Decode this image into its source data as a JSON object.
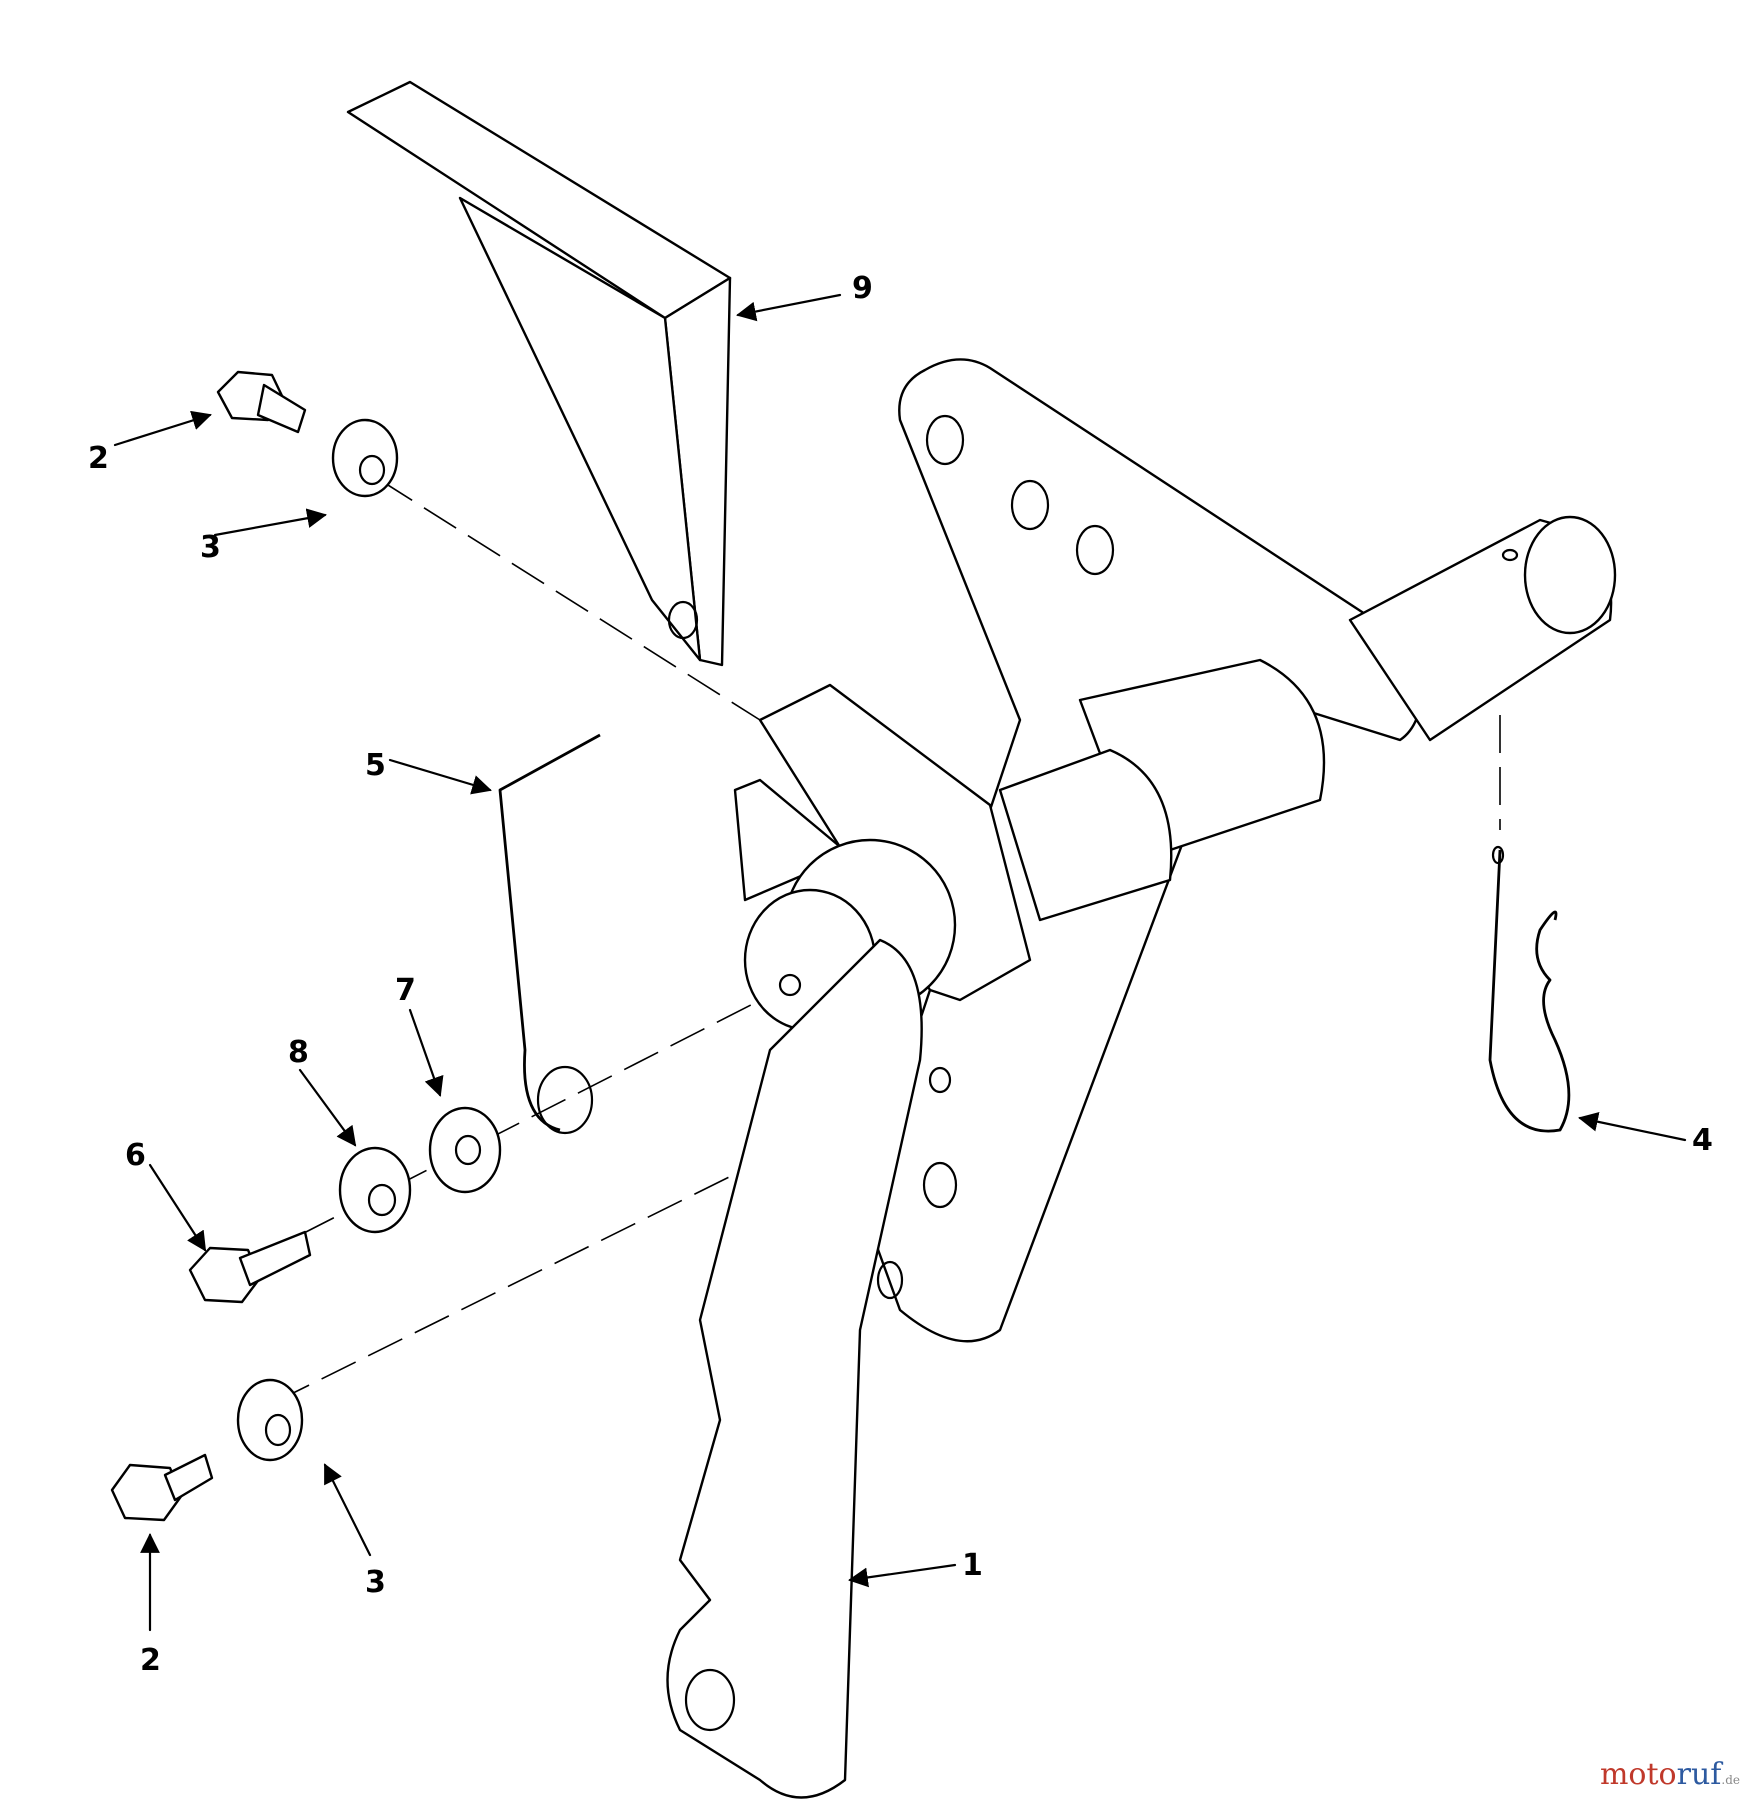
{
  "callouts": [
    {
      "id": "c9",
      "label": "9"
    },
    {
      "id": "c2a",
      "label": "2"
    },
    {
      "id": "c3a",
      "label": "3"
    },
    {
      "id": "c5",
      "label": "5"
    },
    {
      "id": "c7",
      "label": "7"
    },
    {
      "id": "c8",
      "label": "8"
    },
    {
      "id": "c6",
      "label": "6"
    },
    {
      "id": "c4",
      "label": "4"
    },
    {
      "id": "c1",
      "label": "1"
    },
    {
      "id": "c3b",
      "label": "3"
    },
    {
      "id": "c2b",
      "label": "2"
    }
  ],
  "watermark": {
    "part1": "moto",
    "part2": "ruf",
    "suffix": ".de"
  },
  "colors": {
    "line": "#000000",
    "background": "#ffffff"
  }
}
